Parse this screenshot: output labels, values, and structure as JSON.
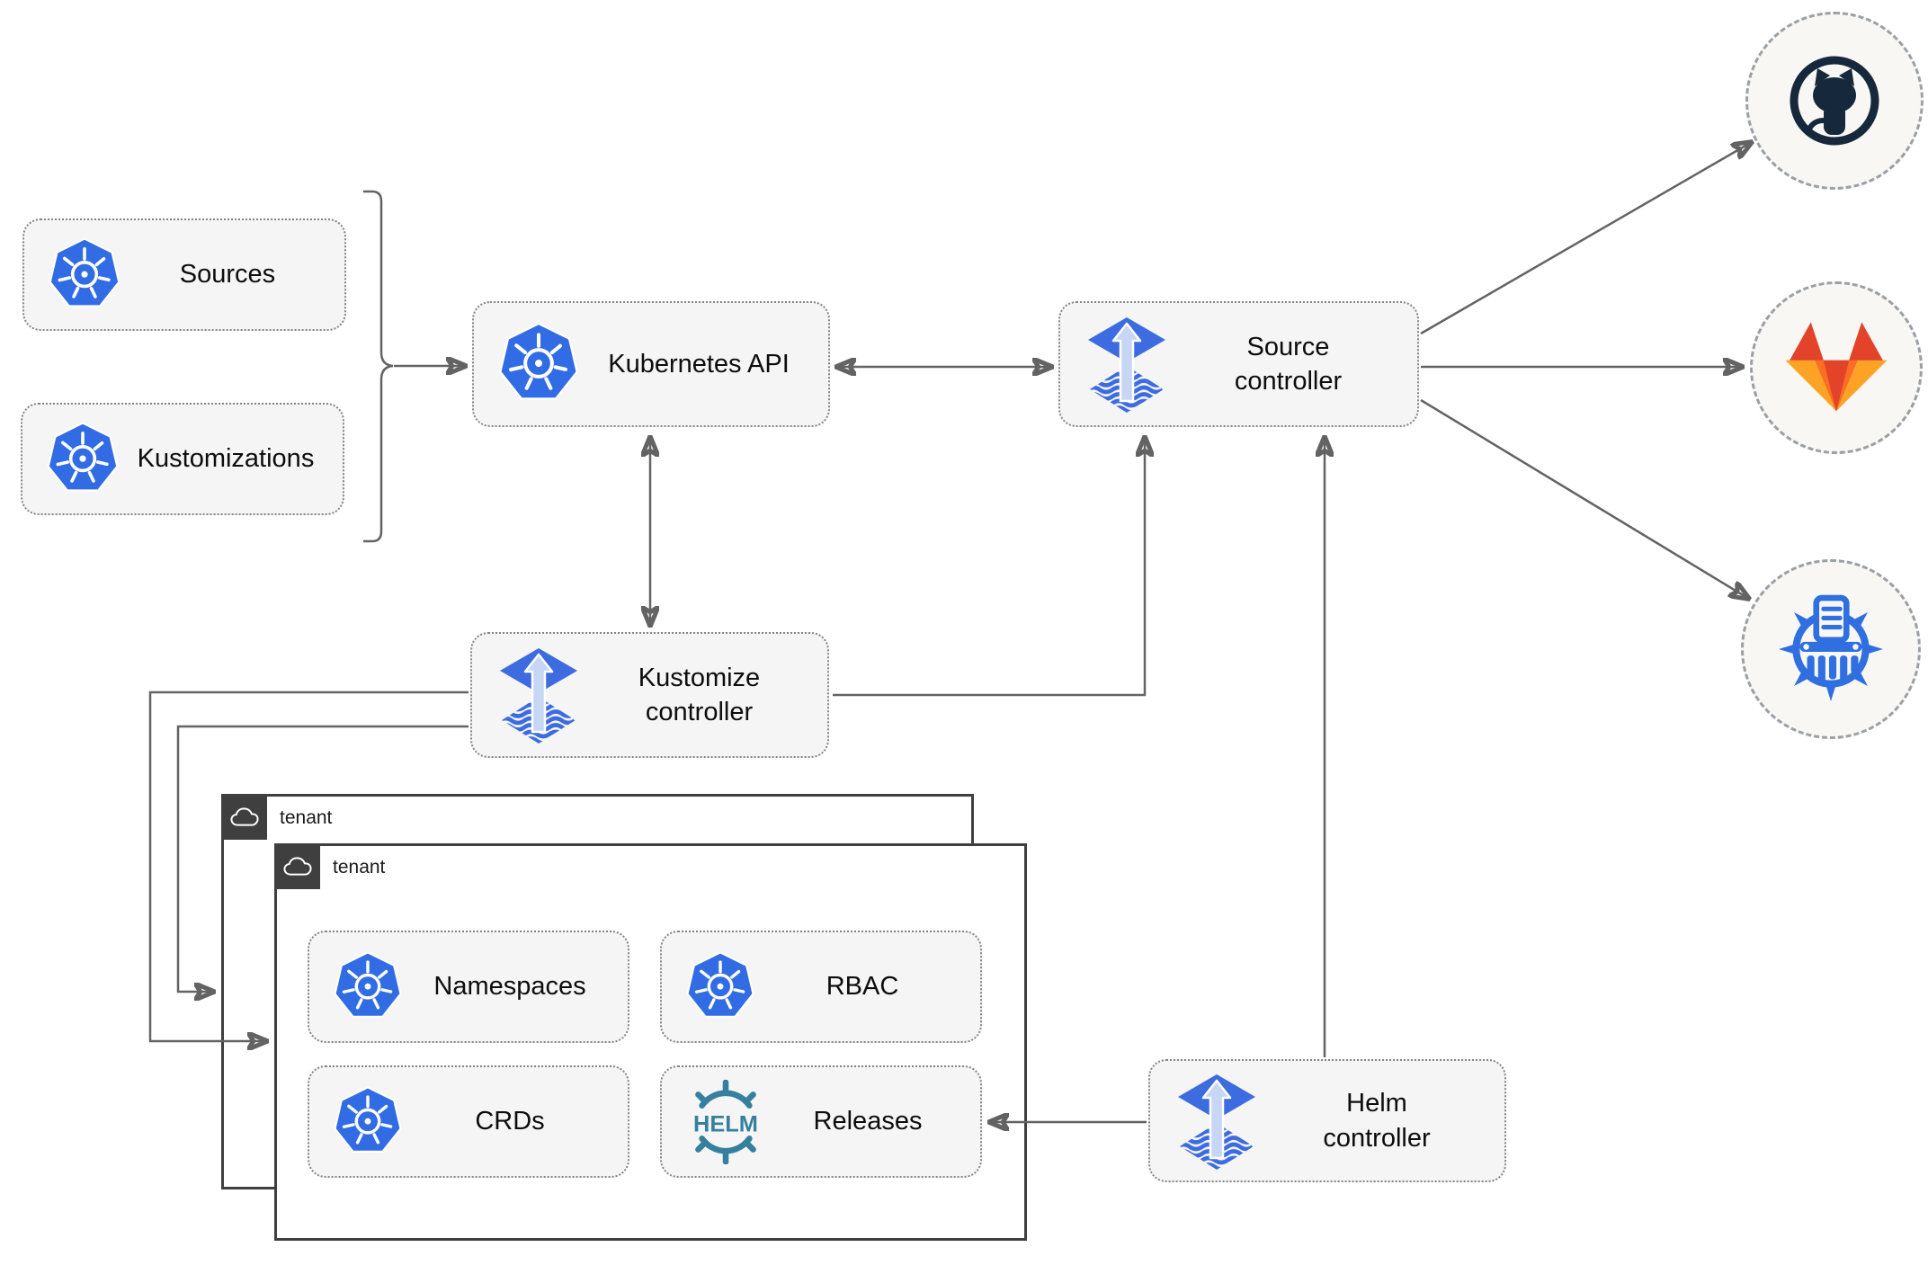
{
  "nodes": {
    "sources": {
      "label": "Sources",
      "icon": "kubernetes-icon"
    },
    "kustomizations": {
      "label": "Kustomizations",
      "icon": "kubernetes-icon"
    },
    "kubernetes_api": {
      "label": "Kubernetes API",
      "icon": "kubernetes-icon"
    },
    "source_controller": {
      "label": "Source controller",
      "icon": "flux-icon"
    },
    "kustomize_controller": {
      "label": "Kustomize controller",
      "icon": "flux-icon"
    },
    "helm_controller": {
      "label": "Helm controller",
      "icon": "flux-icon"
    },
    "namespaces": {
      "label": "Namespaces",
      "icon": "kubernetes-icon"
    },
    "rbac": {
      "label": "RBAC",
      "icon": "kubernetes-icon"
    },
    "crds": {
      "label": "CRDs",
      "icon": "kubernetes-icon"
    },
    "releases": {
      "label": "Releases",
      "icon": "helm-logo-icon"
    }
  },
  "tenants": {
    "outer": {
      "label": "tenant",
      "icon": "cloud-icon"
    },
    "inner": {
      "label": "tenant",
      "icon": "cloud-icon"
    }
  },
  "remotes": {
    "github": {
      "icon": "github-icon"
    },
    "gitlab": {
      "icon": "gitlab-icon"
    },
    "registry": {
      "icon": "kustomize-icon"
    }
  },
  "helm_logo": {
    "text": "HELM"
  },
  "edges": [
    {
      "from": "sources-and-kustomizations",
      "to": "kubernetes-api",
      "style": "arrow"
    },
    {
      "from": "kubernetes-api",
      "to": "source-controller",
      "style": "double-arrow"
    },
    {
      "from": "kubernetes-api",
      "to": "kustomize-controller",
      "style": "double-arrow"
    },
    {
      "from": "kustomize-controller",
      "to": "source-controller",
      "style": "arrow"
    },
    {
      "from": "helm-controller",
      "to": "source-controller",
      "style": "arrow"
    },
    {
      "from": "kustomize-controller",
      "to": "tenant-inner",
      "style": "arrow"
    },
    {
      "from": "kustomize-controller",
      "to": "tenant-outer",
      "style": "arrow"
    },
    {
      "from": "helm-controller",
      "to": "releases",
      "style": "arrow"
    },
    {
      "from": "source-controller",
      "to": "github",
      "style": "arrow"
    },
    {
      "from": "source-controller",
      "to": "gitlab",
      "style": "arrow"
    },
    {
      "from": "source-controller",
      "to": "kustomize-registry",
      "style": "arrow"
    }
  ],
  "colors": {
    "kubernetes_blue": "#326ce5",
    "flux_blue": "#3d6ce0",
    "flux_arrow_light": "#c7d6f4",
    "helm_teal": "#35809f",
    "github_dark": "#16283c",
    "gitlab_red": "#e24329",
    "gitlab_orange": "#fc6d26",
    "gitlab_amber": "#fca326",
    "kustomize_blue": "#2f6fe0",
    "connector_gray": "#636363",
    "node_fill": "#f5f5f5",
    "node_border": "#858585",
    "tenant_border": "#3f3f3f",
    "remote_fill": "#f8f7f4"
  }
}
